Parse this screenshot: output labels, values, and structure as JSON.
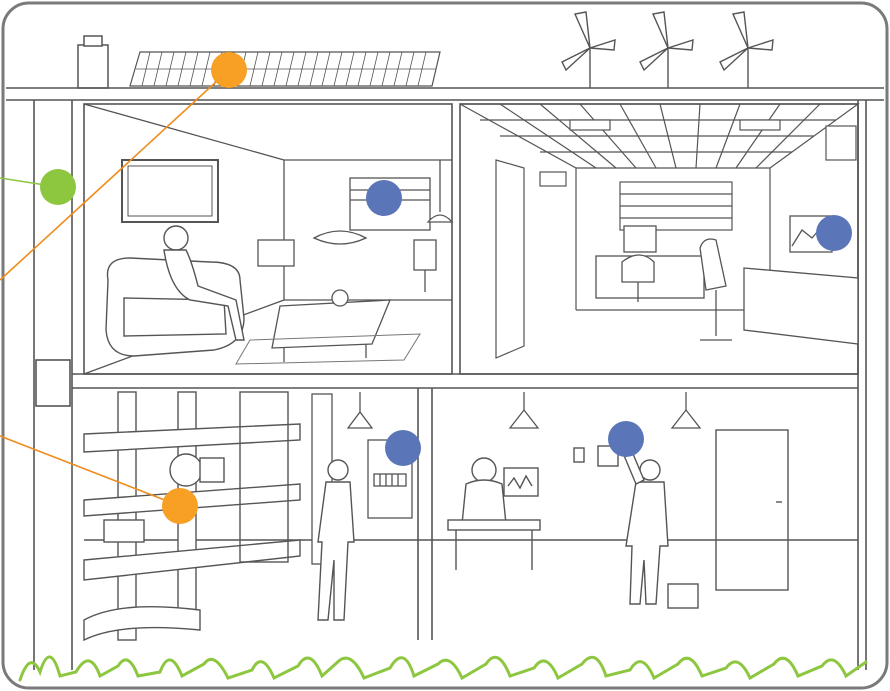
{
  "colors": {
    "frame": "#7a7a7a",
    "line": "#555555",
    "light_line": "#9a9a9a",
    "orange": "#f7a024",
    "orange_line": "#f08c1e",
    "green": "#8dc63f",
    "blue": "#5a75b8",
    "grass": "#8dc63f",
    "background": "#ffffff"
  },
  "hotspots": [
    {
      "id": "solar-panel",
      "color_key": "orange",
      "semantic": "solar-panel-hotspot"
    },
    {
      "id": "exterior-wall",
      "color_key": "green",
      "semantic": "exterior-wall-hotspot"
    },
    {
      "id": "living-room",
      "color_key": "blue",
      "semantic": "living-room-hotspot"
    },
    {
      "id": "office",
      "color_key": "blue",
      "semantic": "office-hotspot"
    },
    {
      "id": "basement-pipe",
      "color_key": "orange",
      "semantic": "basement-pipe-hotspot"
    },
    {
      "id": "control-panel",
      "color_key": "blue",
      "semantic": "control-panel-hotspot"
    },
    {
      "id": "workshop",
      "color_key": "blue",
      "semantic": "workshop-hotspot"
    }
  ],
  "icons": [
    "solar-panel-icon",
    "wind-turbine-icon",
    "chimney-icon",
    "sofa-icon",
    "desk-icon",
    "pipe-icon",
    "lamp-icon",
    "person-icon",
    "grass-icon"
  ]
}
